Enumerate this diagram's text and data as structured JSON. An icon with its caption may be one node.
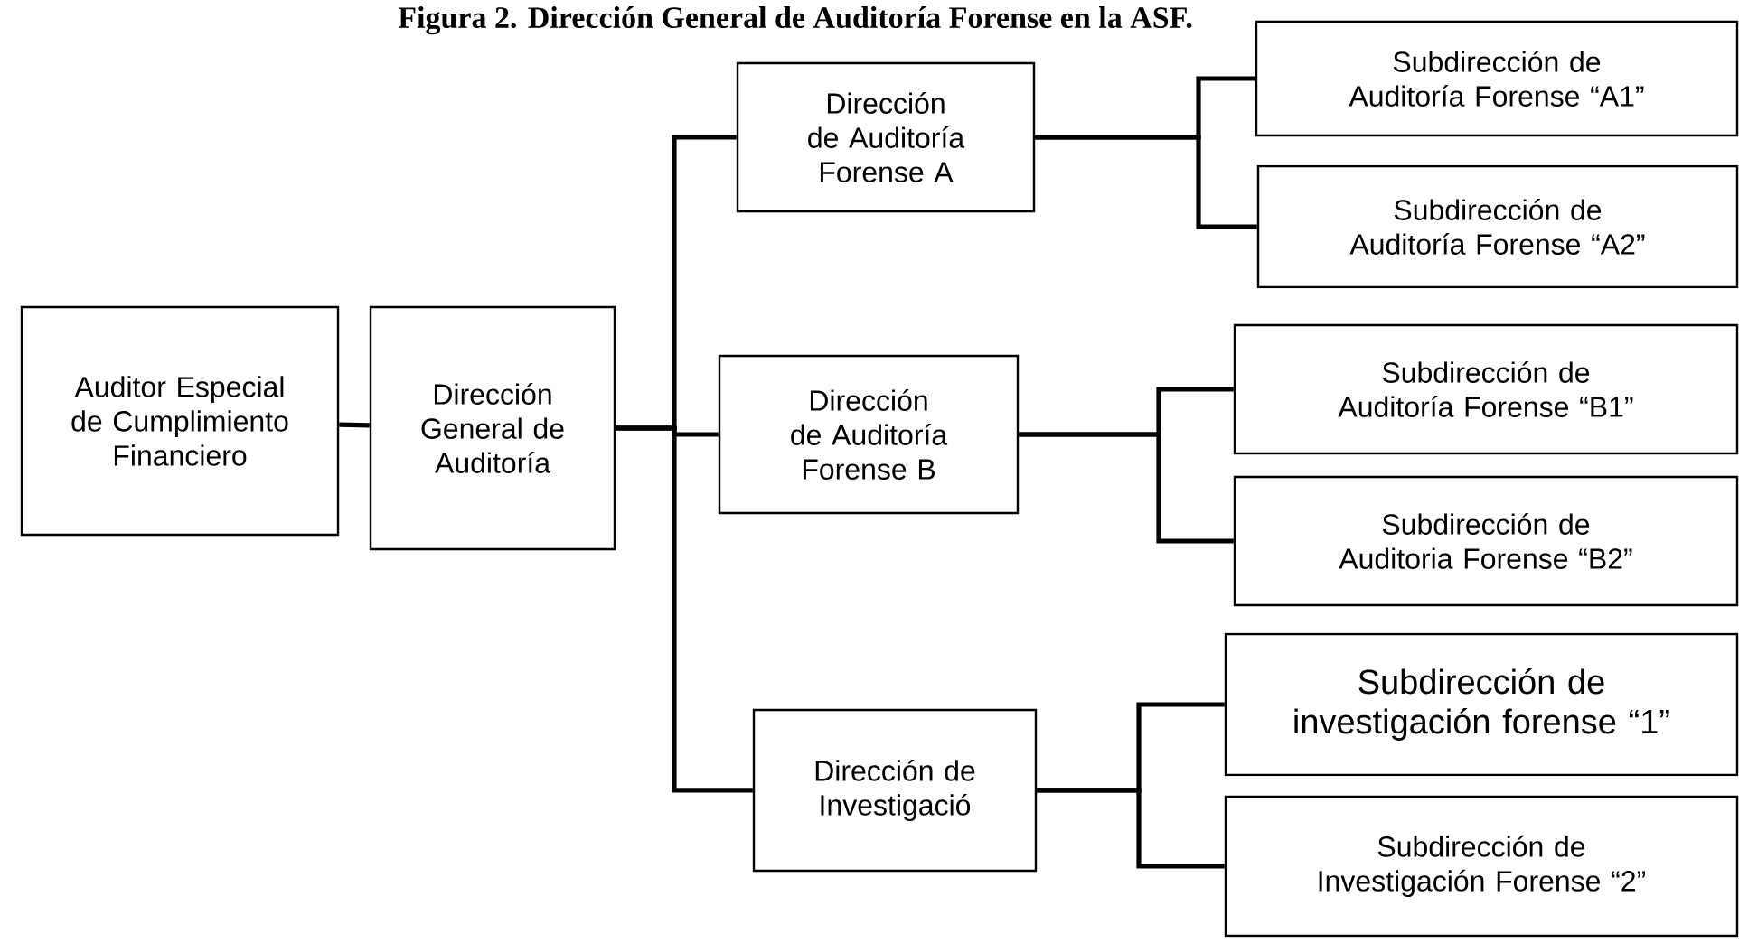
{
  "diagram": {
    "title": "Figura 2. Dirección General de Auditoría Forense en la ASF.",
    "nodes": [
      {
        "text": [
          "Auditor Especial de Cumplimiento Financiero"
        ]
      },
      {
        "text": [
          "Dirección General de Auditoría"
        ]
      },
      {
        "text": [
          "Dirección de Auditoría Forense A"
        ]
      },
      {
        "text": [
          "Subdirección de Auditoría Forense “A1”"
        ]
      },
      {
        "text": [
          "Subdirección de Auditoría Forense “A2”"
        ]
      },
      {
        "text": [
          "Dirección de Auditoría Forense B"
        ]
      },
      {
        "text": [
          "Subdirección de Auditoría Forense “B1”"
        ]
      },
      {
        "text": [
          "Subdirección de Auditoria Forense “B2”"
        ]
      },
      {
        "text": [
          "Dirección de Investigació"
        ]
      },
      {
        "text": [
          "Subdirección de investigación forense “1”"
        ]
      },
      {
        "text": [
          "Subdirección de Investigación Forense “2”"
        ]
      }
    ],
    "edges": [
      {
        "from": 0,
        "to": 1,
        "arrow": "none"
      },
      {
        "from": 1,
        "to": 2,
        "arrow": "none"
      },
      {
        "from": 1,
        "to": 5,
        "arrow": "none"
      },
      {
        "from": 1,
        "to": 8,
        "arrow": "none"
      },
      {
        "from": 2,
        "to": 3,
        "arrow": "none"
      },
      {
        "from": 2,
        "to": 4,
        "arrow": "none"
      },
      {
        "from": 5,
        "to": 6,
        "arrow": "none"
      },
      {
        "from": 5,
        "to": 7,
        "arrow": "none"
      },
      {
        "from": 8,
        "to": 9,
        "arrow": "none"
      },
      {
        "from": 8,
        "to": 10,
        "arrow": "none"
      }
    ]
  }
}
